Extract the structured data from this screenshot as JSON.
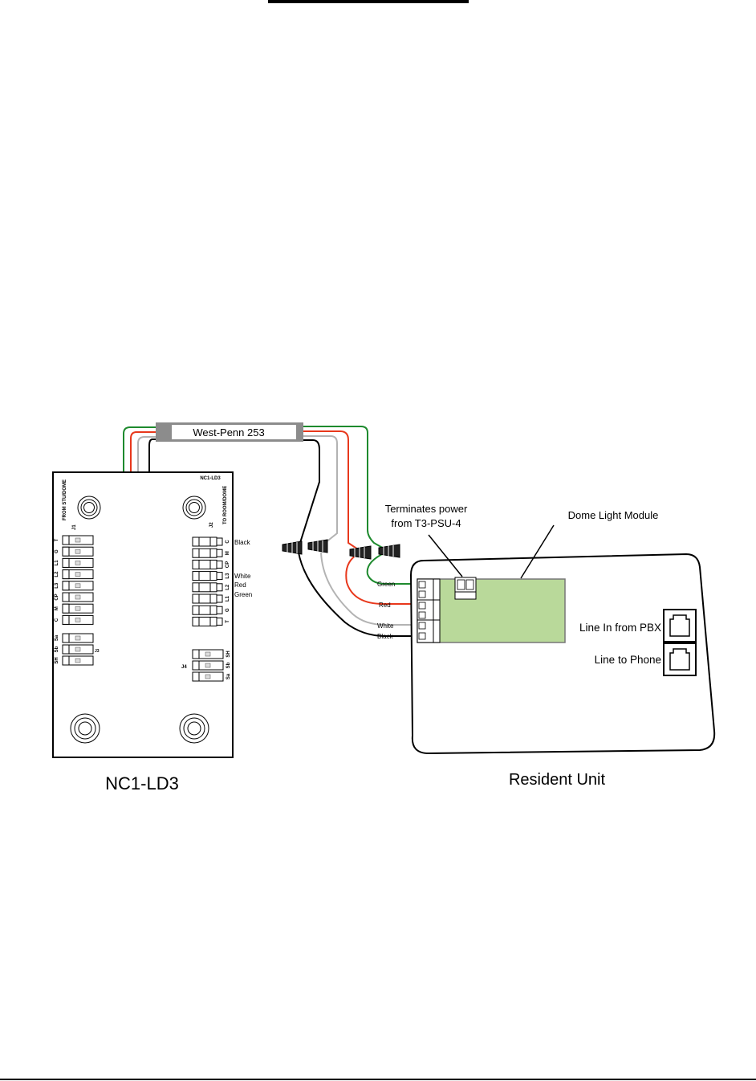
{
  "cable": {
    "label": "West-Penn 253"
  },
  "board": {
    "title": "NC1-LD3",
    "board_label": "NC1-LD3",
    "j1_label": "FROM STU/DOME",
    "j1_id": "J1",
    "j2_label": "TO ROOM/DOME",
    "j2_id": "J2",
    "left_pins": [
      "T",
      "G",
      "L1",
      "L2",
      "L3",
      "CP",
      "M",
      "C"
    ],
    "j3_pins": [
      "Sa",
      "Sb",
      "SH"
    ],
    "j3_id": "J3",
    "j4_pins": [
      "SH",
      "Sb",
      "Sa"
    ],
    "j4_id": "J4",
    "right_pins": [
      "C",
      "M",
      "CP",
      "L3",
      "L2",
      "L1",
      "G",
      "T"
    ],
    "wire_labels": {
      "black": "Black",
      "white": "White",
      "red": "Red",
      "green": "Green"
    }
  },
  "resident_unit": {
    "title": "Resident Unit",
    "terminates_line1": "Terminates power",
    "terminates_line2": "from T3-PSU-4",
    "dome_module": "Dome Light Module",
    "line_in": "Line In from PBX",
    "line_phone": "Line to Phone",
    "wire_labels": {
      "green": "Green",
      "red": "Red",
      "white": "White",
      "black": "Black"
    }
  },
  "colors": {
    "green": "#1e8a2e",
    "red": "#e8381c",
    "white_wire": "#b3b3b3",
    "black": "#000000",
    "module": "#b9d99a",
    "cable": "#8c8c8c"
  }
}
